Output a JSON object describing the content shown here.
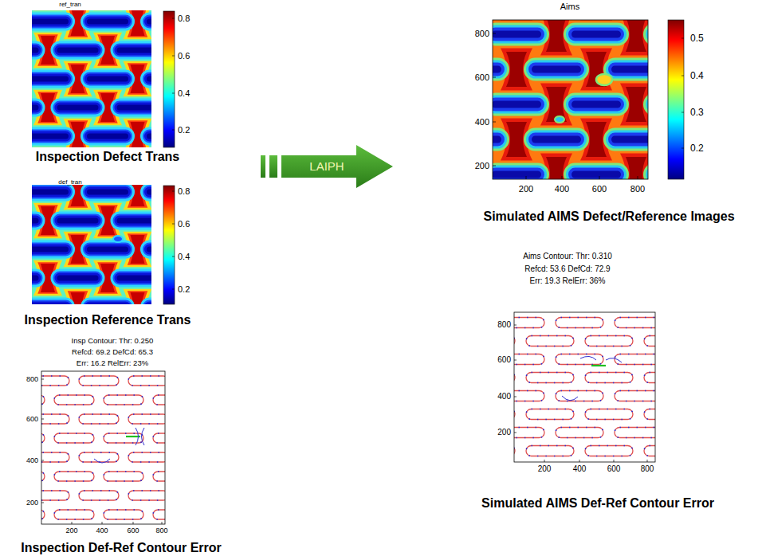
{
  "diagram": {
    "nodes": [
      {
        "text": [
          "ref_tran",
          "Inspection Defect Trans"
        ]
      },
      {
        "text": [
          "def_tran",
          "Inspection Reference Trans"
        ]
      },
      {
        "text": [
          "Insp Contour: Thr: 0.250",
          "Refcd: 69.2 DefCd: 65.3",
          "Err: 16.2 RelErr: 23%",
          "Inspection Def-Ref Contour Error"
        ]
      },
      {
        "text": [
          "LAIPH"
        ]
      },
      {
        "text": [
          "Aims",
          "Simulated AIMS Defect/Reference Images"
        ]
      },
      {
        "text": [
          "Aims Contour: Thr: 0.310",
          "Refcd: 53.6 DefCd: 72.9",
          "Err: 19.3 RelErr: 36%",
          "Simulated AIMS Def-Ref Contour Error"
        ]
      }
    ],
    "labels": [
      "0.8",
      "0.6",
      "0.4",
      "0.2",
      "0.8",
      "0.6",
      "0.4",
      "0.2",
      "800",
      "600",
      "400",
      "200",
      "200",
      "400",
      "600",
      "800",
      "800",
      "600",
      "400",
      "200",
      "200",
      "400",
      "600",
      "800",
      "0.5",
      "0.4",
      "0.3",
      "0.2",
      "800",
      "600",
      "400",
      "200",
      "200",
      "400",
      "600",
      "800"
    ]
  }
}
